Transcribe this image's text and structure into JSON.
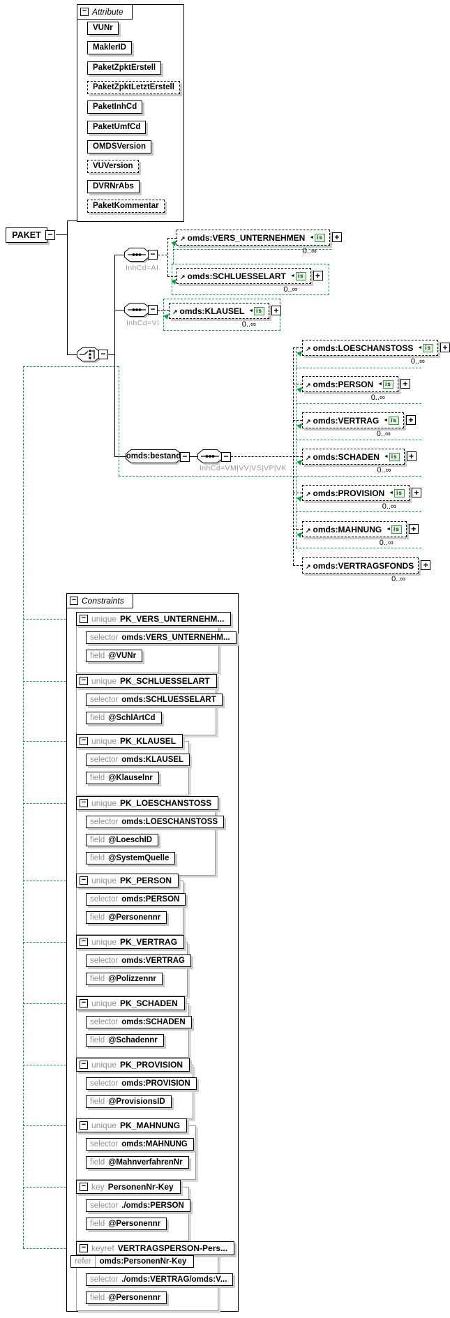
{
  "colors": {
    "reference_green": "#00a33c",
    "shadow_gray": "#c9c9c9",
    "badge_green_border": "#3d9b3d",
    "badge_green_fill": "#def3de"
  },
  "icons": {
    "ref_arrow": "↗",
    "badge_arrow": "◄",
    "plus": "+",
    "minus": "−"
  },
  "root": {
    "label": "PAKET"
  },
  "attributes_panel": {
    "title": "Attribute",
    "items": [
      {
        "label": "VUNr",
        "optional": false
      },
      {
        "label": "MaklerID",
        "optional": false
      },
      {
        "label": "PaketZpktErstell",
        "optional": false
      },
      {
        "label": "PaketZpktLetztErstell",
        "optional": true
      },
      {
        "label": "PaketInhCd",
        "optional": false
      },
      {
        "label": "PaketUmfCd",
        "optional": false
      },
      {
        "label": "OMDSVersion",
        "optional": false
      },
      {
        "label": "VUVersion",
        "optional": true
      },
      {
        "label": "DVRNrAbs",
        "optional": false
      },
      {
        "label": "PaketKommentar",
        "optional": true
      }
    ]
  },
  "content": {
    "sequences": [
      {
        "condition": "InhCd=AI"
      },
      {
        "condition": "InhCd=VI"
      }
    ],
    "bestand": {
      "label": "omds:bestand",
      "condition": "InhCd=VM|VV|VS|VP|VK"
    },
    "elements": {
      "vers_unternehmen": {
        "label": "omds:VERS_UNTERNEHMEN",
        "occurrence": "0..∞",
        "badge": "is"
      },
      "schluesselart": {
        "label": "omds:SCHLUESSELART",
        "occurrence": "0..∞",
        "badge": "is"
      },
      "klausel": {
        "label": "omds:KLAUSEL",
        "occurrence": "0..∞",
        "badge": "is"
      },
      "loeschanstoss": {
        "label": "omds:LOESCHANSTOSS",
        "occurrence": "0..∞",
        "badge": "is"
      },
      "person": {
        "label": "omds:PERSON",
        "occurrence": "0..∞",
        "badge": "is"
      },
      "vertrag": {
        "label": "omds:VERTRAG",
        "occurrence": "0..∞",
        "badge": "is"
      },
      "schaden": {
        "label": "omds:SCHADEN",
        "occurrence": "0..∞",
        "badge": "is"
      },
      "provision": {
        "label": "omds:PROVISION",
        "occurrence": "0..∞",
        "badge": "is"
      },
      "mahnung": {
        "label": "omds:MAHNUNG",
        "occurrence": "0..∞",
        "badge": "is"
      },
      "vertragsfonds": {
        "label": "omds:VERTRAGSFONDS",
        "occurrence": "0..∞",
        "badge": null
      }
    }
  },
  "constraints_panel": {
    "title": "Constraints",
    "groups": [
      {
        "kind": "unique",
        "name": "PK_VERS_UNTERNEHM...",
        "rows": [
          {
            "keyword": "selector",
            "value": "omds:VERS_UNTERNEHM..."
          },
          {
            "keyword": "field",
            "value": "@VUNr"
          }
        ]
      },
      {
        "kind": "unique",
        "name": "PK_SCHLUESSELART",
        "rows": [
          {
            "keyword": "selector",
            "value": "omds:SCHLUESSELART"
          },
          {
            "keyword": "field",
            "value": "@SchlArtCd"
          }
        ]
      },
      {
        "kind": "unique",
        "name": "PK_KLAUSEL",
        "rows": [
          {
            "keyword": "selector",
            "value": "omds:KLAUSEL"
          },
          {
            "keyword": "field",
            "value": "@Klauselnr"
          }
        ]
      },
      {
        "kind": "unique",
        "name": "PK_LOESCHANSTOSS",
        "rows": [
          {
            "keyword": "selector",
            "value": "omds:LOESCHANSTOSS"
          },
          {
            "keyword": "field",
            "value": "@LoeschID"
          },
          {
            "keyword": "field",
            "value": "@SystemQuelle"
          }
        ]
      },
      {
        "kind": "unique",
        "name": "PK_PERSON",
        "rows": [
          {
            "keyword": "selector",
            "value": "omds:PERSON"
          },
          {
            "keyword": "field",
            "value": "@Personennr"
          }
        ]
      },
      {
        "kind": "unique",
        "name": "PK_VERTRAG",
        "rows": [
          {
            "keyword": "selector",
            "value": "omds:VERTRAG"
          },
          {
            "keyword": "field",
            "value": "@Polizzennr"
          }
        ]
      },
      {
        "kind": "unique",
        "name": "PK_SCHADEN",
        "rows": [
          {
            "keyword": "selector",
            "value": "omds:SCHADEN"
          },
          {
            "keyword": "field",
            "value": "@Schadennr"
          }
        ]
      },
      {
        "kind": "unique",
        "name": "PK_PROVISION",
        "rows": [
          {
            "keyword": "selector",
            "value": "omds:PROVISION"
          },
          {
            "keyword": "field",
            "value": "@ProvisionsID"
          }
        ]
      },
      {
        "kind": "unique",
        "name": "PK_MAHNUNG",
        "rows": [
          {
            "keyword": "selector",
            "value": "omds:MAHNUNG"
          },
          {
            "keyword": "field",
            "value": "@MahnverfahrenNr"
          }
        ]
      },
      {
        "kind": "key",
        "name": "PersonenNr-Key",
        "rows": [
          {
            "keyword": "selector",
            "value": "./omds:PERSON"
          },
          {
            "keyword": "field",
            "value": "@Personennr"
          }
        ]
      },
      {
        "kind": "keyref",
        "name": "VERTRAGSPERSON-Pers...",
        "refer": {
          "keyword": "refer",
          "value": "omds:PersonenNr-Key"
        },
        "rows": [
          {
            "keyword": "selector",
            "value": "./omds:VERTRAG/omds:V..."
          },
          {
            "keyword": "field",
            "value": "@Personennr"
          }
        ]
      }
    ]
  }
}
